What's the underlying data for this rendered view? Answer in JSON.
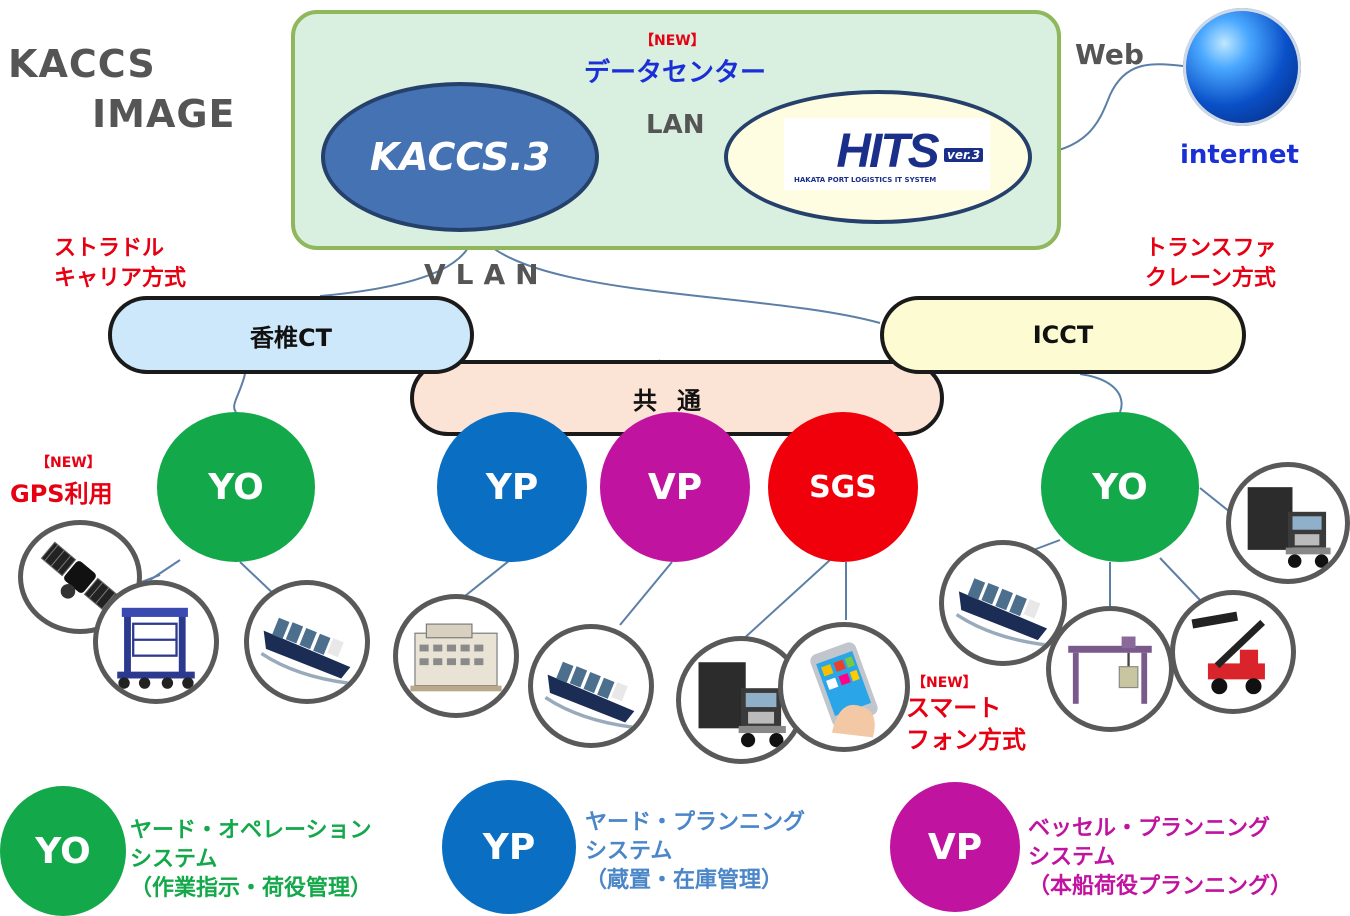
{
  "title": {
    "line1": "KACCS",
    "line2": "IMAGE"
  },
  "datacenter": {
    "new_tag": "【NEW】",
    "label": "データセンター",
    "lan": "LAN"
  },
  "kaccs_node": "KACCS.3",
  "hits": {
    "logo": "HITS",
    "version": "ver.3",
    "subtitle": "HAKATA PORT LOGISTICS IT SYSTEM"
  },
  "web": {
    "label": "Web",
    "internet": "internet"
  },
  "network": {
    "vlan": "VLAN"
  },
  "terminals": {
    "left": {
      "name": "香椎CT",
      "method_line1": "ストラドル",
      "method_line2": "キャリア方式"
    },
    "right": {
      "name": "ICCT",
      "method_line1": "トランスファ",
      "method_line2": "クレーン方式"
    },
    "common": "共通"
  },
  "systems": {
    "yo_left": "YO",
    "yp": "YP",
    "vp": "VP",
    "sgs": "SGS",
    "yo_right": "YO"
  },
  "callouts": {
    "gps": {
      "new_tag": "【NEW】",
      "label": "GPS利用"
    },
    "smartphone": {
      "new_tag": "【NEW】",
      "line1": "スマート",
      "line2": "フォン方式"
    }
  },
  "legend": [
    {
      "code": "YO",
      "line1": "ヤード・オペレーション",
      "line2": "システム",
      "line3": "（作業指示・荷役管理）",
      "color": "#13a84a"
    },
    {
      "code": "YP",
      "line1": "ヤード・プランニング",
      "line2": "システム",
      "line3": "（蔵置・在庫管理）",
      "color": "#0a6fc2"
    },
    {
      "code": "VP",
      "line1": "ベッセル・プランニング",
      "line2": "システム",
      "line3": "（本船荷役プランニング）",
      "color": "#c0139f"
    }
  ],
  "icons": [
    "satellite-icon",
    "straddle-carrier-icon",
    "container-ship-icon",
    "warehouse-icon",
    "truck-icon",
    "smartphone-icon",
    "gantry-crane-icon",
    "reach-stacker-icon"
  ]
}
